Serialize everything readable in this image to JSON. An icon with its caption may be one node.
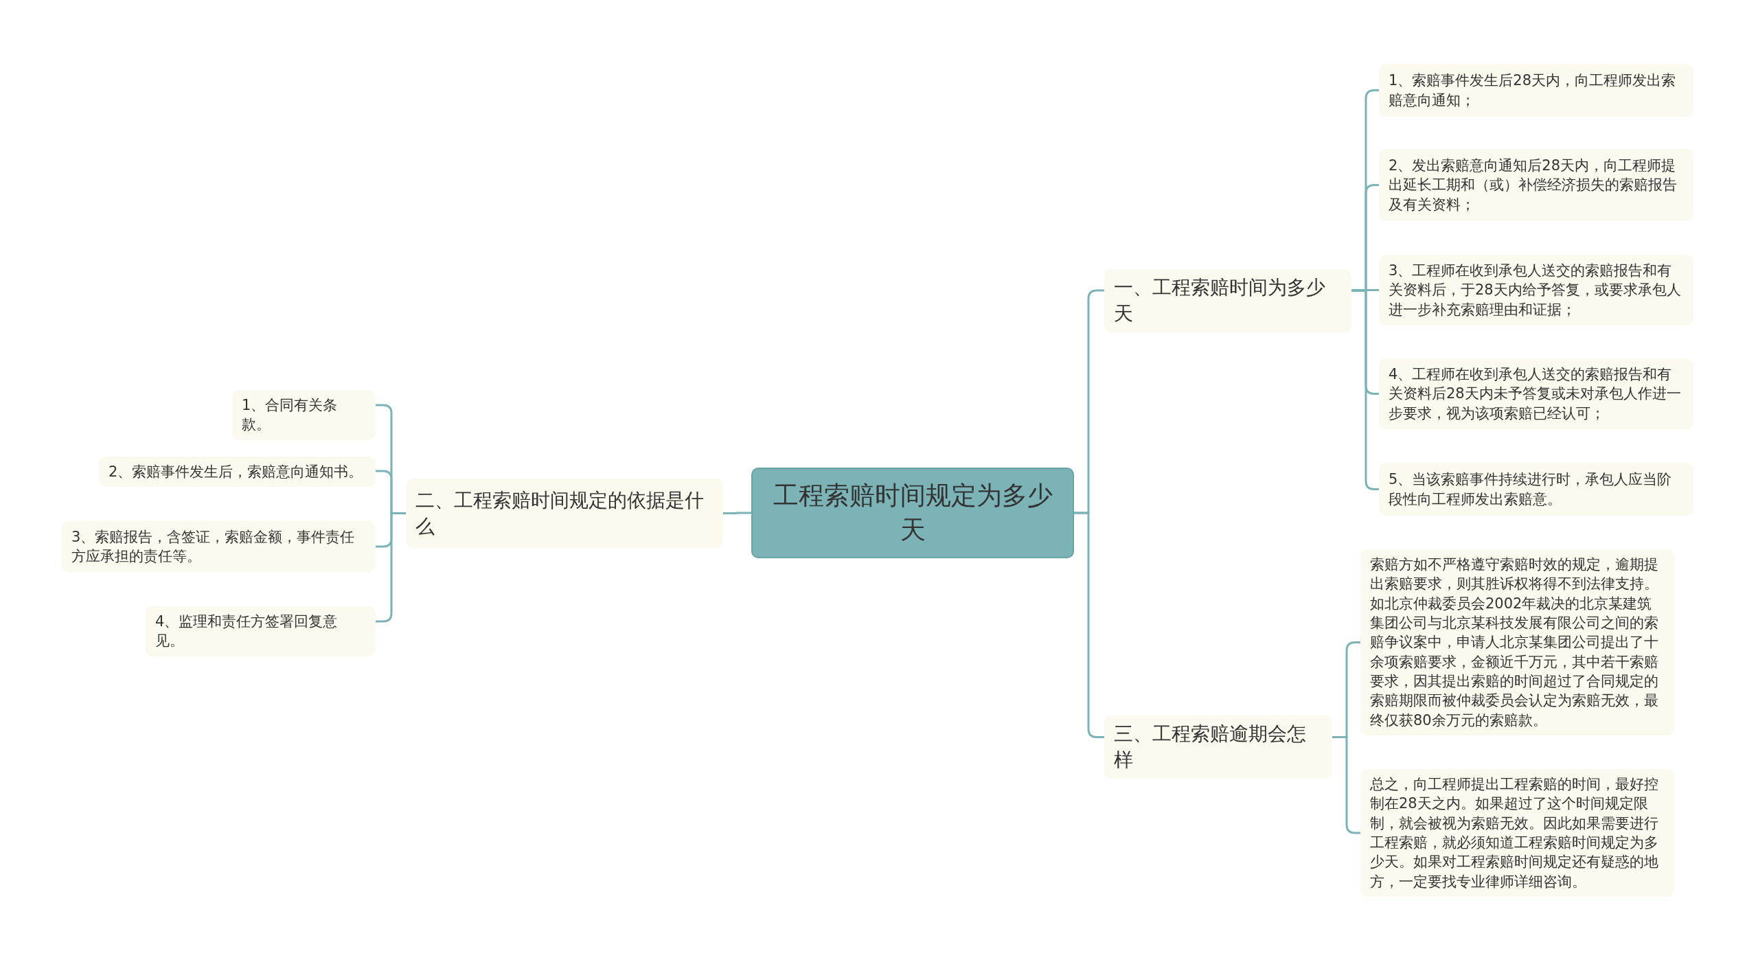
{
  "diagram": {
    "nodes": [
      {
        "text": [
          "工程索赔时间规定为多少天"
        ]
      },
      {
        "text": [
          "一、工程索赔时间为多少天"
        ]
      },
      {
        "text": [
          "1、索赔事件发生后28天内，向工程师发出索赔意向通知；"
        ]
      },
      {
        "text": [
          "2、发出索赔意向通知后28天内，向工程师提出延长工期和（或）补偿经济损失的索赔报告及有关资料；"
        ]
      },
      {
        "text": [
          "3、工程师在收到承包人送交的索赔报告和有关资料后，于28天内给予答复，或要求承包人进一步补充索赔理由和证据；"
        ]
      },
      {
        "text": [
          "4、工程师在收到承包人送交的索赔报告和有关资料后28天内未予答复或未对承包人作进一步要求，视为该项索赔已经认可；"
        ]
      },
      {
        "text": [
          "5、当该索赔事件持续进行时，承包人应当阶段性向工程师发出索赔意。"
        ]
      },
      {
        "text": [
          "二、工程索赔时间规定的依据是什么"
        ]
      },
      {
        "text": [
          "1、合同有关条款。"
        ]
      },
      {
        "text": [
          "2、索赔事件发生后，索赔意向通知书。"
        ]
      },
      {
        "text": [
          "3、索赔报告，含签证，索赔金额，事件责任方应承担的责任等。"
        ]
      },
      {
        "text": [
          "4、监理和责任方签署回复意见。"
        ]
      },
      {
        "text": [
          "三、工程索赔逾期会怎样"
        ]
      },
      {
        "text": [
          "索赔方如不严格遵守索赔时效的规定，逾期提出索赔要求，则其胜诉权将得不到法律支持。如北京仲裁委员会2002年裁决的北京某建筑集团公司与北京某科技发展有限公司之间的索赔争议案中，申请人北京某集团公司提出了十余项索赔要求，金额近千万元，其中若干索赔要求，因其提出索赔的时间超过了合同规定的索赔期限而被仲裁委员会认定为索赔无效，最终仅获80余万元的索赔款。"
        ]
      },
      {
        "text": [
          "总之，向工程师提出工程索赔的时间，最好控制在28天之内。如果超过了这个时间规定限制，就会被视为索赔无效。因此如果需要进行工程索赔，就必须知道工程索赔时间规定为多少天。如果对工程索赔时间规定还有疑惑的地方，一定要找专业律师详细咨询。"
        ]
      }
    ],
    "edges": [
      {
        "from": 0,
        "to": 1,
        "arrow": "none"
      },
      {
        "from": 1,
        "to": 2,
        "arrow": "none"
      },
      {
        "from": 1,
        "to": 3,
        "arrow": "none"
      },
      {
        "from": 1,
        "to": 4,
        "arrow": "none"
      },
      {
        "from": 1,
        "to": 5,
        "arrow": "none"
      },
      {
        "from": 1,
        "to": 6,
        "arrow": "none"
      },
      {
        "from": 0,
        "to": 7,
        "arrow": "none"
      },
      {
        "from": 7,
        "to": 8,
        "arrow": "none"
      },
      {
        "from": 7,
        "to": 9,
        "arrow": "none"
      },
      {
        "from": 7,
        "to": 10,
        "arrow": "none"
      },
      {
        "from": 7,
        "to": 11,
        "arrow": "none"
      },
      {
        "from": 0,
        "to": 12,
        "arrow": "none"
      },
      {
        "from": 12,
        "to": 13,
        "arrow": "none"
      },
      {
        "from": 12,
        "to": 14,
        "arrow": "none"
      }
    ]
  }
}
